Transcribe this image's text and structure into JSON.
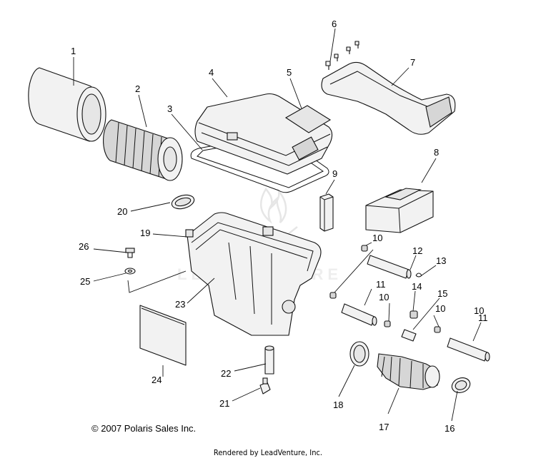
{
  "callouts": [
    "1",
    "2",
    "3",
    "4",
    "5",
    "6",
    "7",
    "8",
    "9",
    "10",
    "10",
    "10",
    "10",
    "11",
    "11",
    "12",
    "13",
    "14",
    "15",
    "16",
    "17",
    "18",
    "19",
    "20",
    "21",
    "22",
    "23",
    "24",
    "25",
    "26"
  ],
  "watermark": "LEADVENTURE",
  "copyright": "© 2007 Polaris Sales Inc.",
  "rendered_by": "Rendered by LeadVenture, Inc."
}
